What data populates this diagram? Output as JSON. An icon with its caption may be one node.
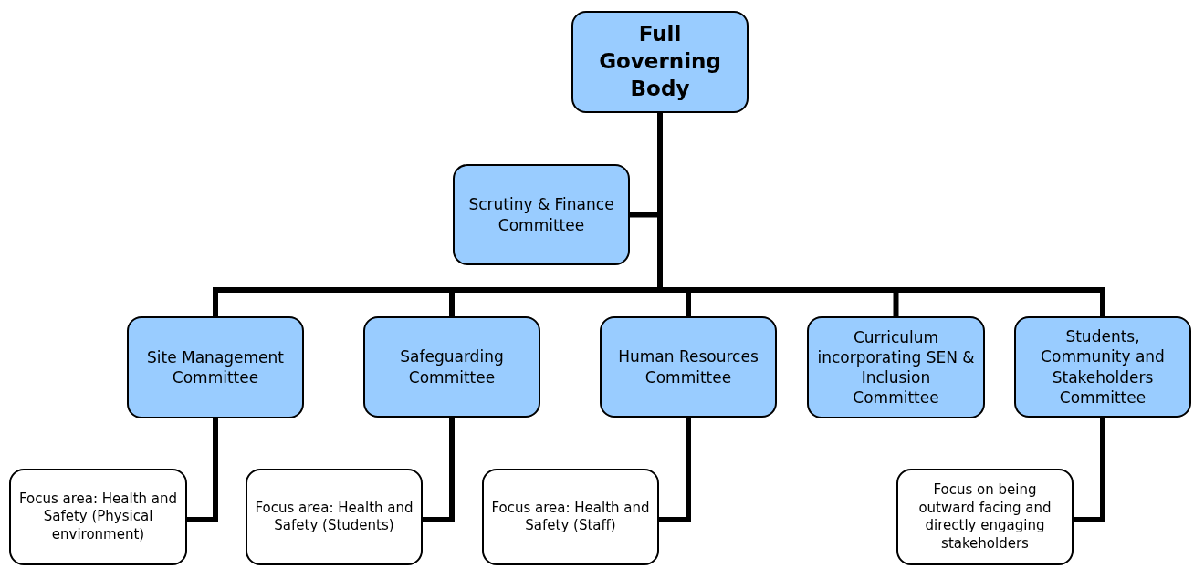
{
  "diagram": {
    "nodes": [
      {
        "text": [
          "Full Governing Body"
        ]
      },
      {
        "text": [
          "Scrutiny & Finance Committee"
        ]
      },
      {
        "text": [
          "Site Management Committee"
        ]
      },
      {
        "text": [
          "Safeguarding Committee"
        ]
      },
      {
        "text": [
          "Human Resources Committee"
        ]
      },
      {
        "text": [
          "Curriculum incorporating SEN & Inclusion Committee"
        ]
      },
      {
        "text": [
          "Students, Community and Stakeholders Committee"
        ]
      },
      {
        "text": [
          "Focus area: Health and Safety (Physical environment)"
        ]
      },
      {
        "text": [
          "Focus area: Health and Safety (Students)"
        ]
      },
      {
        "text": [
          "Focus area: Health and Safety (Staff)"
        ]
      },
      {
        "text": [
          "Focus on being outward facing and directly engaging stakeholders"
        ]
      }
    ],
    "edges": [
      {
        "from": 0,
        "to": 1,
        "arrow": "none"
      },
      {
        "from": 0,
        "to": 2,
        "arrow": "none"
      },
      {
        "from": 0,
        "to": 3,
        "arrow": "none"
      },
      {
        "from": 0,
        "to": 4,
        "arrow": "none"
      },
      {
        "from": 0,
        "to": 5,
        "arrow": "none"
      },
      {
        "from": 0,
        "to": 6,
        "arrow": "none"
      },
      {
        "from": 2,
        "to": 7,
        "arrow": "none"
      },
      {
        "from": 3,
        "to": 8,
        "arrow": "none"
      },
      {
        "from": 4,
        "to": 9,
        "arrow": "none"
      },
      {
        "from": 6,
        "to": 10,
        "arrow": "none"
      }
    ]
  }
}
